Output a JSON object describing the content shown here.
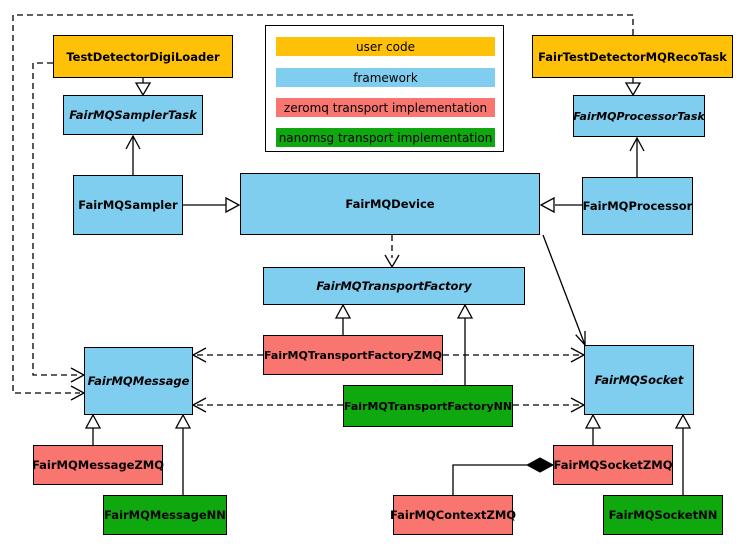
{
  "diagram": {
    "legend": {
      "items": [
        {
          "label": "user code",
          "color": "#FFC107"
        },
        {
          "label": "framework",
          "color": "#7FCDEF"
        },
        {
          "label": "zeromq transport implementation",
          "color": "#F97570"
        },
        {
          "label": "nanomsg transport implementation",
          "color": "#0FA80F"
        }
      ]
    },
    "nodes": {
      "digiloader": {
        "label": "TestDetectorDigiLoader",
        "category": "user code"
      },
      "recotask": {
        "label": "FairTestDetectorMQRecoTask",
        "category": "user code"
      },
      "samplertask": {
        "label": "FairMQSamplerTask",
        "category": "framework"
      },
      "processortask": {
        "label": "FairMQProcessorTask",
        "category": "framework"
      },
      "sampler": {
        "label": "FairMQSampler",
        "category": "framework"
      },
      "device": {
        "label": "FairMQDevice",
        "category": "framework"
      },
      "processor": {
        "label": "FairMQProcessor",
        "category": "framework"
      },
      "factory": {
        "label": "FairMQTransportFactory",
        "category": "framework"
      },
      "factoryzmq": {
        "label": "FairMQTransportFactoryZMQ",
        "category": "zeromq transport implementation"
      },
      "factorynn": {
        "label": "FairMQTransportFactoryNN",
        "category": "nanomsg transport implementation"
      },
      "message": {
        "label": "FairMQMessage",
        "category": "framework"
      },
      "socket": {
        "label": "FairMQSocket",
        "category": "framework"
      },
      "messagezmq": {
        "label": "FairMQMessageZMQ",
        "category": "zeromq transport implementation"
      },
      "messagenn": {
        "label": "FairMQMessageNN",
        "category": "nanomsg transport implementation"
      },
      "socketzmq": {
        "label": "FairMQSocketZMQ",
        "category": "zeromq transport implementation"
      },
      "socketnn": {
        "label": "FairMQSocketNN",
        "category": "nanomsg transport implementation"
      },
      "contextzmq": {
        "label": "FairMQContextZMQ",
        "category": "zeromq transport implementation"
      }
    }
  }
}
